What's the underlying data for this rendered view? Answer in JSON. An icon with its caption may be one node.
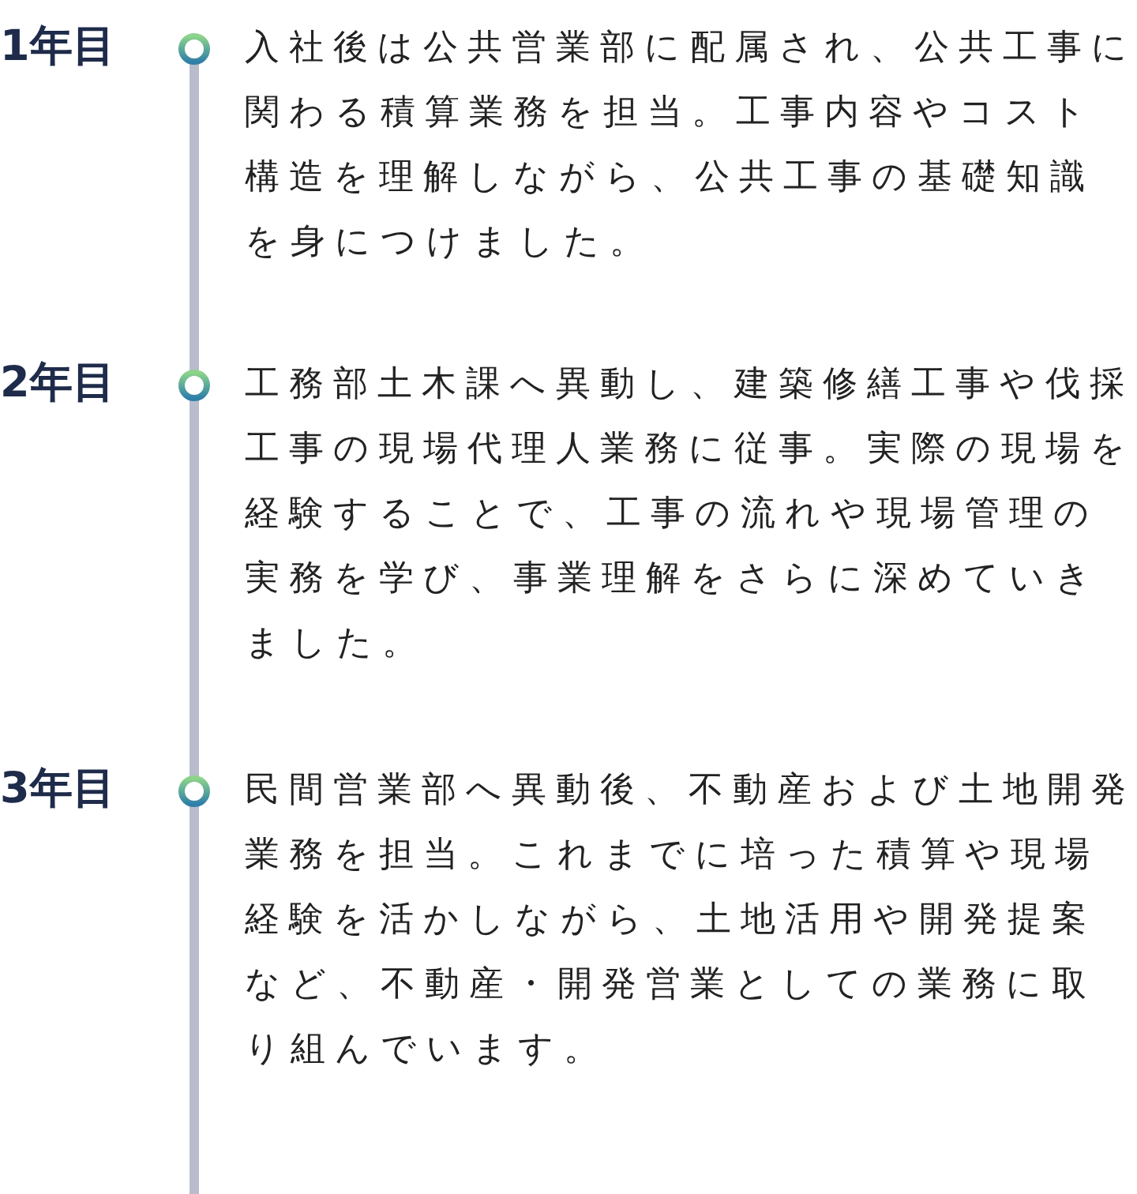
{
  "diagram": {
    "labels": [
      "1年目",
      "入社後は公共営業部に配属され、公共工事に関わる積算業務を担当。工事内容やコスト構造を理解しながら、公共工事の基礎知識を身につけました。",
      "2年目",
      "工務部土木課へ異動し、建築修繕工事や伐採工事の現場代理人業務に従事。実際の現場を経験することで、工事の流れや現場管理の実務を学び、事業理解をさらに深めていきました。",
      "3年目",
      "民間営業部へ異動後、不動産および土地開発業務を担当。これまでに培った積算や現場経験を活かしながら、土地活用や開発提案など、不動産・開発営業としての業務に取り組んでいます。"
    ]
  }
}
